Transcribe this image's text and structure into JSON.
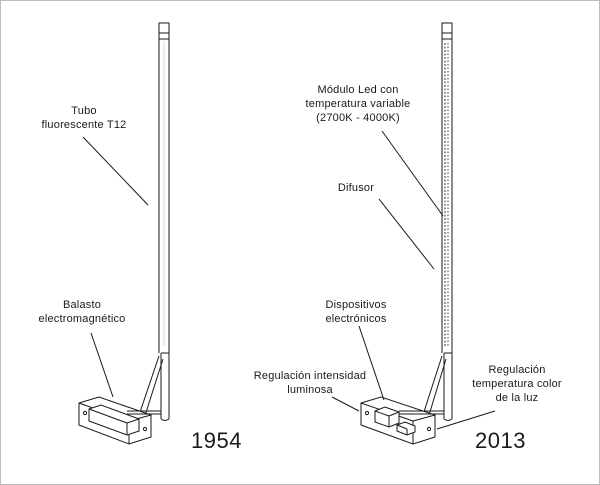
{
  "labels": {
    "tubo": "Tubo\nfluorescente T12",
    "balasto": "Balasto\nelectromagnético",
    "modulo": "Módulo Led con\ntemperatura variable\n(2700K -  4000K)",
    "difusor": "Difusor",
    "dispositivos": "Dispositivos\nelectrónicos",
    "regulacion_intensidad": "Regulación intensidad\nluminosa",
    "regulacion_temperatura": "Regulación\ntemperatura color\nde la luz"
  },
  "years": {
    "left": "1954",
    "right": "2013"
  },
  "colors": {
    "line": "#1a1a1a",
    "led": "#555555"
  }
}
